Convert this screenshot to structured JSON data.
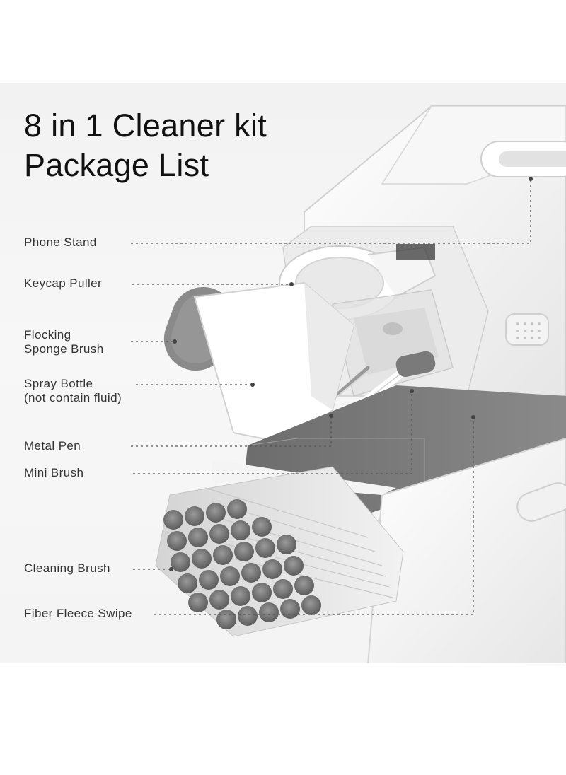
{
  "title": {
    "line1": "8 in 1 Cleaner kit",
    "line2": "Package List"
  },
  "labels": [
    {
      "id": "phone-stand",
      "lines": [
        "Phone Stand"
      ]
    },
    {
      "id": "keycap-puller",
      "lines": [
        "Keycap Puller"
      ]
    },
    {
      "id": "flocking-sponge-brush",
      "lines": [
        "Flocking",
        "Sponge Brush"
      ]
    },
    {
      "id": "spray-bottle",
      "lines": [
        "Spray Bottle",
        "(not contain fluid)"
      ]
    },
    {
      "id": "metal-pen",
      "lines": [
        "Metal Pen"
      ]
    },
    {
      "id": "mini-brush",
      "lines": [
        "Mini Brush"
      ]
    },
    {
      "id": "cleaning-brush",
      "lines": [
        "Cleaning Brush"
      ]
    },
    {
      "id": "fiber-fleece-swipe",
      "lines": [
        "Fiber Fleece Swipe"
      ]
    }
  ],
  "colors": {
    "body_white": "#ffffff",
    "shell_gray": "#d9d9d9",
    "fleece_gray": "#777777",
    "bristle_gray": "#8a8a8a",
    "leader_line": "#555555"
  }
}
